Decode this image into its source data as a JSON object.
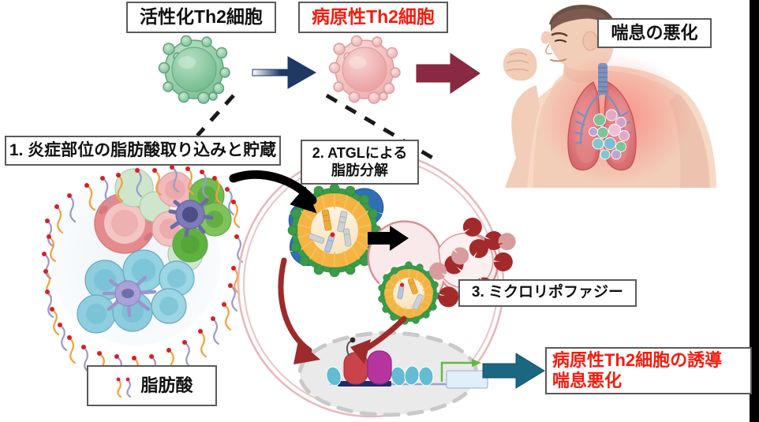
{
  "figure": {
    "title": "Pathogenic Th2 cell induction via fatty acid uptake, ATGL lipolysis and microlipophagy",
    "background_color": "#ffffff",
    "edge_band_color": "#000000"
  },
  "labels": {
    "activated_th2": "活性化Th2細胞",
    "pathogenic_th2": "病原性Th2細胞",
    "asthma_worsening": "喘息の悪化",
    "step1": "1. 炎症部位の脂肪酸取り込みと貯蔵",
    "step2_line1": "2. ATGLによる",
    "step2_line2": "脂肪分解",
    "step3": "3. ミクロリポファジー",
    "outcome_line1": "病原性Th2細胞の誘導",
    "outcome_line2": "喘息悪化",
    "legend_fatty_acid": "脂肪酸"
  },
  "colors": {
    "label_border": "#5a5a5a",
    "label_text": "#111111",
    "red_text": "#f41b0e",
    "navy_arrow": "#1f3864",
    "maroon_arrow": "#8b2942",
    "dark_red_arrow": "#9e2a2b",
    "teal_arrow": "#1b6680",
    "black_arrow": "#000000",
    "activated_cell": "#8fcba4",
    "pathogenic_cell": "#efb3b3",
    "lipid_droplet_orange": "#f5b441",
    "lipid_protein_green": "#3a9b48",
    "atgl_blue": "#2f6fb5",
    "lysosome_pink": "#f3dede",
    "lysosome_enzyme": "#a32a2a",
    "cell_membrane": "#e9b9bc",
    "nucleus_fill": "#eaeaea",
    "fatty_acid_orange": "#f2a23c",
    "fatty_acid_purple": "#9a9ccb",
    "fatty_acid_head": "#d81f26",
    "skin": "#f2cdb8",
    "hair": "#6e4f44",
    "lung": "#d9696c"
  },
  "elements": {
    "activated_th2_cell": "green spiky lymphocyte",
    "pathogenic_th2_cell": "pink spiky lymphocyte",
    "transition_arrow": "navy gradient arrow",
    "asthma_arrow": "maroon arrow",
    "patient_figure": "coughing man with inflamed lungs",
    "tissue_cluster": "inflamed tissue with immune cells and fatty acids",
    "lipid_droplet": "lipid droplet with ATGL enzymes",
    "lysosome": "lysosome performing microlipophagy",
    "nucleus": "nucleus with transcription factors on DNA",
    "zoom_dashed_lines": "two dashed callout lines"
  },
  "legend": {
    "fatty_acid_icon_colors": [
      "#f2a23c",
      "#9a9ccb"
    ]
  }
}
